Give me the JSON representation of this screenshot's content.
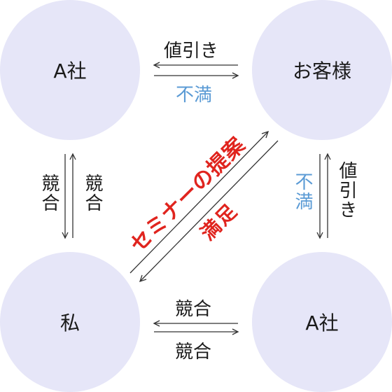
{
  "nodes": {
    "top_left": "A社",
    "top_right": "お客様",
    "bottom_left": "私",
    "bottom_right": "A社"
  },
  "edges": {
    "top_upper": "値引き",
    "top_lower": "不満",
    "left_left": "競合",
    "left_right": "競合",
    "right_left": "不満",
    "right_right": "値引き",
    "bottom_upper": "競合",
    "bottom_lower": "競合",
    "diagonal_upper": "セミナーの提案",
    "diagonal_lower": "満足"
  },
  "colors": {
    "circle": "#e6e6f8",
    "text": "#1a1a1a",
    "blue_text": "#5b9bd5",
    "red_text": "#e0241e",
    "arrow": "#333333"
  }
}
